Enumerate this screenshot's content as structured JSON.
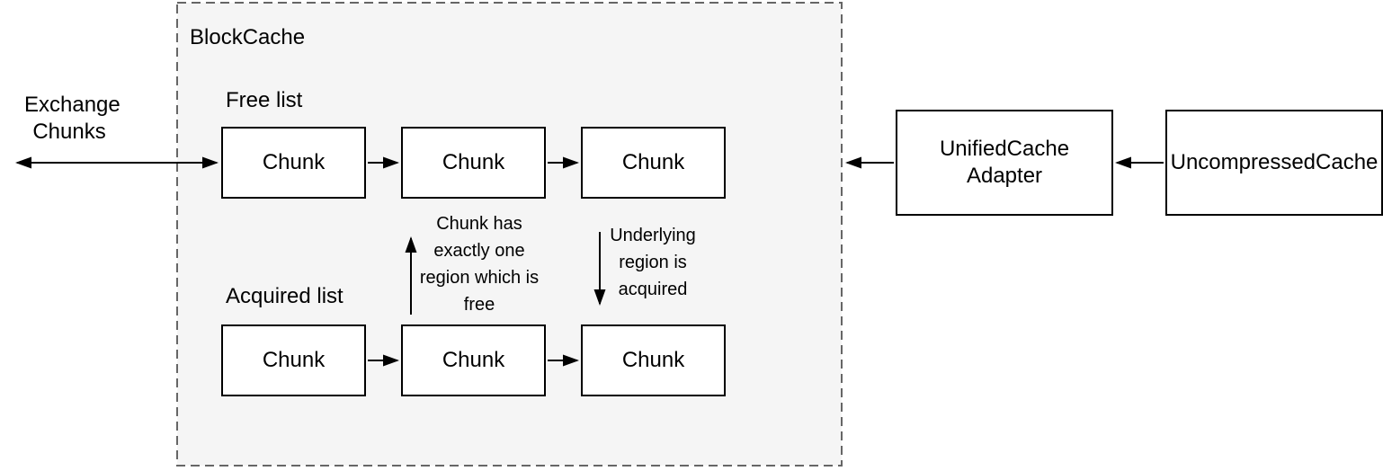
{
  "diagram": {
    "exchange_label": "Exchange Chunks",
    "block_cache": {
      "title": "BlockCache",
      "free_list": {
        "label": "Free list",
        "chunks": [
          "Chunk",
          "Chunk",
          "Chunk"
        ]
      },
      "acquired_list": {
        "label": "Acquired list",
        "chunks": [
          "Chunk",
          "Chunk",
          "Chunk"
        ]
      },
      "notes": {
        "free": "Chunk has exactly one region which is free",
        "acquired": "Underlying region is acquired"
      }
    },
    "adapter": {
      "label": "UnifiedCache Adapter"
    },
    "uncompressed": {
      "label": "UncompressedCache"
    },
    "colors": {
      "container_fill": "#f5f5f5",
      "container_border": "#666666",
      "node_fill": "#ffffff",
      "node_border": "#000000",
      "arrow": "#000000",
      "text": "#000000",
      "page_background": "#ffffff"
    }
  }
}
